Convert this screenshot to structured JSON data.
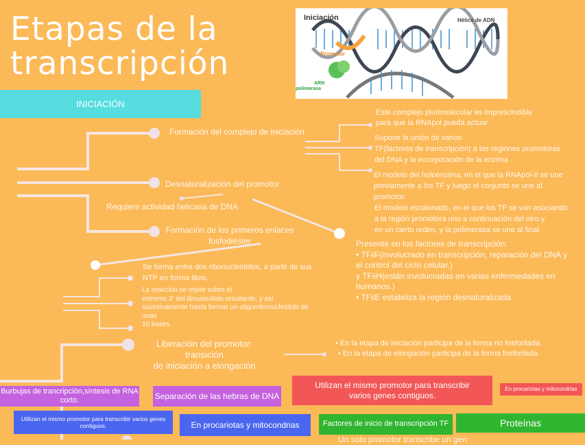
{
  "title": {
    "line1": "Etapas de la",
    "line2": "transcripción"
  },
  "image": {
    "title": "Iniciación",
    "helix_label": "Hélice de ADN",
    "promoter_label": "Promotor",
    "polymerase_label_1": "ARN",
    "polymerase_label_2": "polimerasa"
  },
  "header_box": {
    "label": "INICIACIÓN",
    "color": "#55dde0"
  },
  "branches": {
    "formation": "Formación del complejo de iniciación",
    "denaturation": "Desnaturalización del promotor",
    "helicase": "Requiere actividad helicasa de DNA",
    "first_bonds_1": "Formación de los primeros enlaces",
    "first_bonds_2": "fosfodiéster",
    "release_1": "Liberación del promotor: transición",
    "release_2": "de iniciación a elongación"
  },
  "details": {
    "complex": [
      "Este complejo plurimolecular es imprescindible",
      "para que la RNApol pueda actuar."
    ],
    "tf": [
      "Supone la unión de varios",
      "TF(factores de transcripción) a las regiones promotoras",
      "del DNA y la incorporación de la enzima"
    ],
    "holoenzyme": [
      "El modelo del holoenzima, en el que la RNApol-II se une",
      "previamente a los TF y luego el conjunto se une al",
      "promotor."
    ],
    "stepwise": [
      "El modelo escalonado, en el que los TF se van asociando",
      "a la región promotora uno a continuación del otro y",
      "en un cierto orden, y la polimerasa se une al final."
    ],
    "factors": [
      "Presente en los factores de transcripción:",
      "• TFiiF(involucrado en transcripción, reparación del DNA y",
      "el control del ciclo celular.)",
      " y TFiiH(están involucradas en varias enfermedades en",
      "humanos.)",
      "• TFiiE estabiliza la región desnaturalizada"
    ],
    "bond_1": [
      "Se forma entre dos ribonucleótidos, a partir de sus",
      "NTP en forma libre."
    ],
    "bond_2": [
      "La reacción se repite sobre el",
      "extremo 3' del dinucleótido resultante, y así",
      "sucesivamente hasta formar un oligorribonucleótido de",
      "unas",
      "10 bases."
    ],
    "release": [
      "• En la etapa de iniciación participa de la forma no fosforilada.",
      "• En la etapa de elongación participa de la forma fosforilada."
    ]
  },
  "bottom_boxes": [
    {
      "label": "Burbujas de trancripción,síntesis de RNA corto.",
      "color": "#c462df"
    },
    {
      "label": "Separación de las hebras de DNA",
      "color": "#c462df"
    },
    {
      "label": "Utilizan el mismo promotor para  transcribir varios genes  contiguos.",
      "color": "#f25656"
    },
    {
      "label": "En procariotas y mitocondrias",
      "color": "#f25656"
    },
    {
      "label": "Utilizan el mismo promotor para  transcribir varios genes contiguos.",
      "color": "#4b66ee"
    },
    {
      "label": "En procariotas y mitocondrias",
      "color": "#4b66ee"
    },
    {
      "label": "Factores de inicio de transcripción TF",
      "color": "#30b530"
    },
    {
      "label": "Proteínas",
      "color": "#30b530"
    }
  ],
  "bottom_partial": "Un solo promotor transcribe un gen",
  "colors": {
    "background": "#fbb958",
    "connector": "#f6e6e2"
  }
}
